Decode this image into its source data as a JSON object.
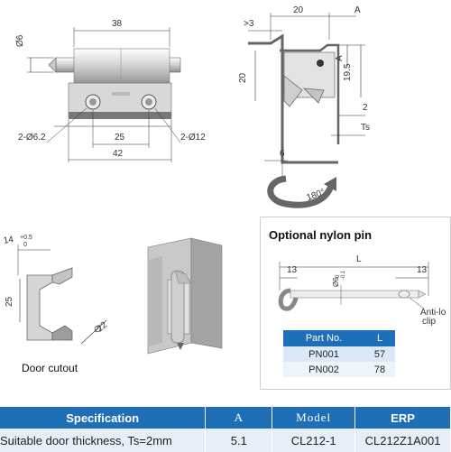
{
  "front_view": {
    "dim_width": "38",
    "dim_pin_dia": "Ø6",
    "dim_holes": "2-Ø6.2",
    "dim_hole_spacing": "25",
    "dim_overall": "42",
    "dim_pin_hole": "2-Ø12"
  },
  "side_view": {
    "dim_top_20": "20",
    "dim_A_top": "A",
    "dim_gt3": ">3",
    "dim_left_20": "20",
    "dim_A_right": "A",
    "dim_19_5": "19.5",
    "dim_2": "2",
    "dim_ts": "Ts",
    "dim_6": "6",
    "rotation": "180°"
  },
  "door_cutout": {
    "dim_14": "14",
    "tol_upper": "+0.5",
    "tol_lower": "0",
    "dim_25": "25",
    "dim_r22": "22",
    "label": "Door cutout"
  },
  "nylon_pin": {
    "title": "Optional nylon pin",
    "dim_L": "L",
    "dim_13_left": "13",
    "dim_13_right": "13",
    "dim_dia": "Ø6",
    "tol_upper": "0",
    "tol_lower": "-0.1",
    "anti_label_1": "Anti-lo",
    "anti_label_2": "clip",
    "table": {
      "headers": [
        "Part No.",
        "L"
      ],
      "rows": [
        [
          "PN001",
          "57"
        ],
        [
          "PN002",
          "78"
        ]
      ]
    }
  },
  "spec_table": {
    "headers": [
      "Specification",
      "A",
      "Model",
      "ERP"
    ],
    "rows": [
      [
        "Suitable door thickness, Ts=2mm",
        "5.1",
        "CL212-1",
        "CL212Z1A001"
      ]
    ]
  },
  "colors": {
    "header_blue": "#1f6fb8",
    "row_light": "#e6eff8"
  }
}
